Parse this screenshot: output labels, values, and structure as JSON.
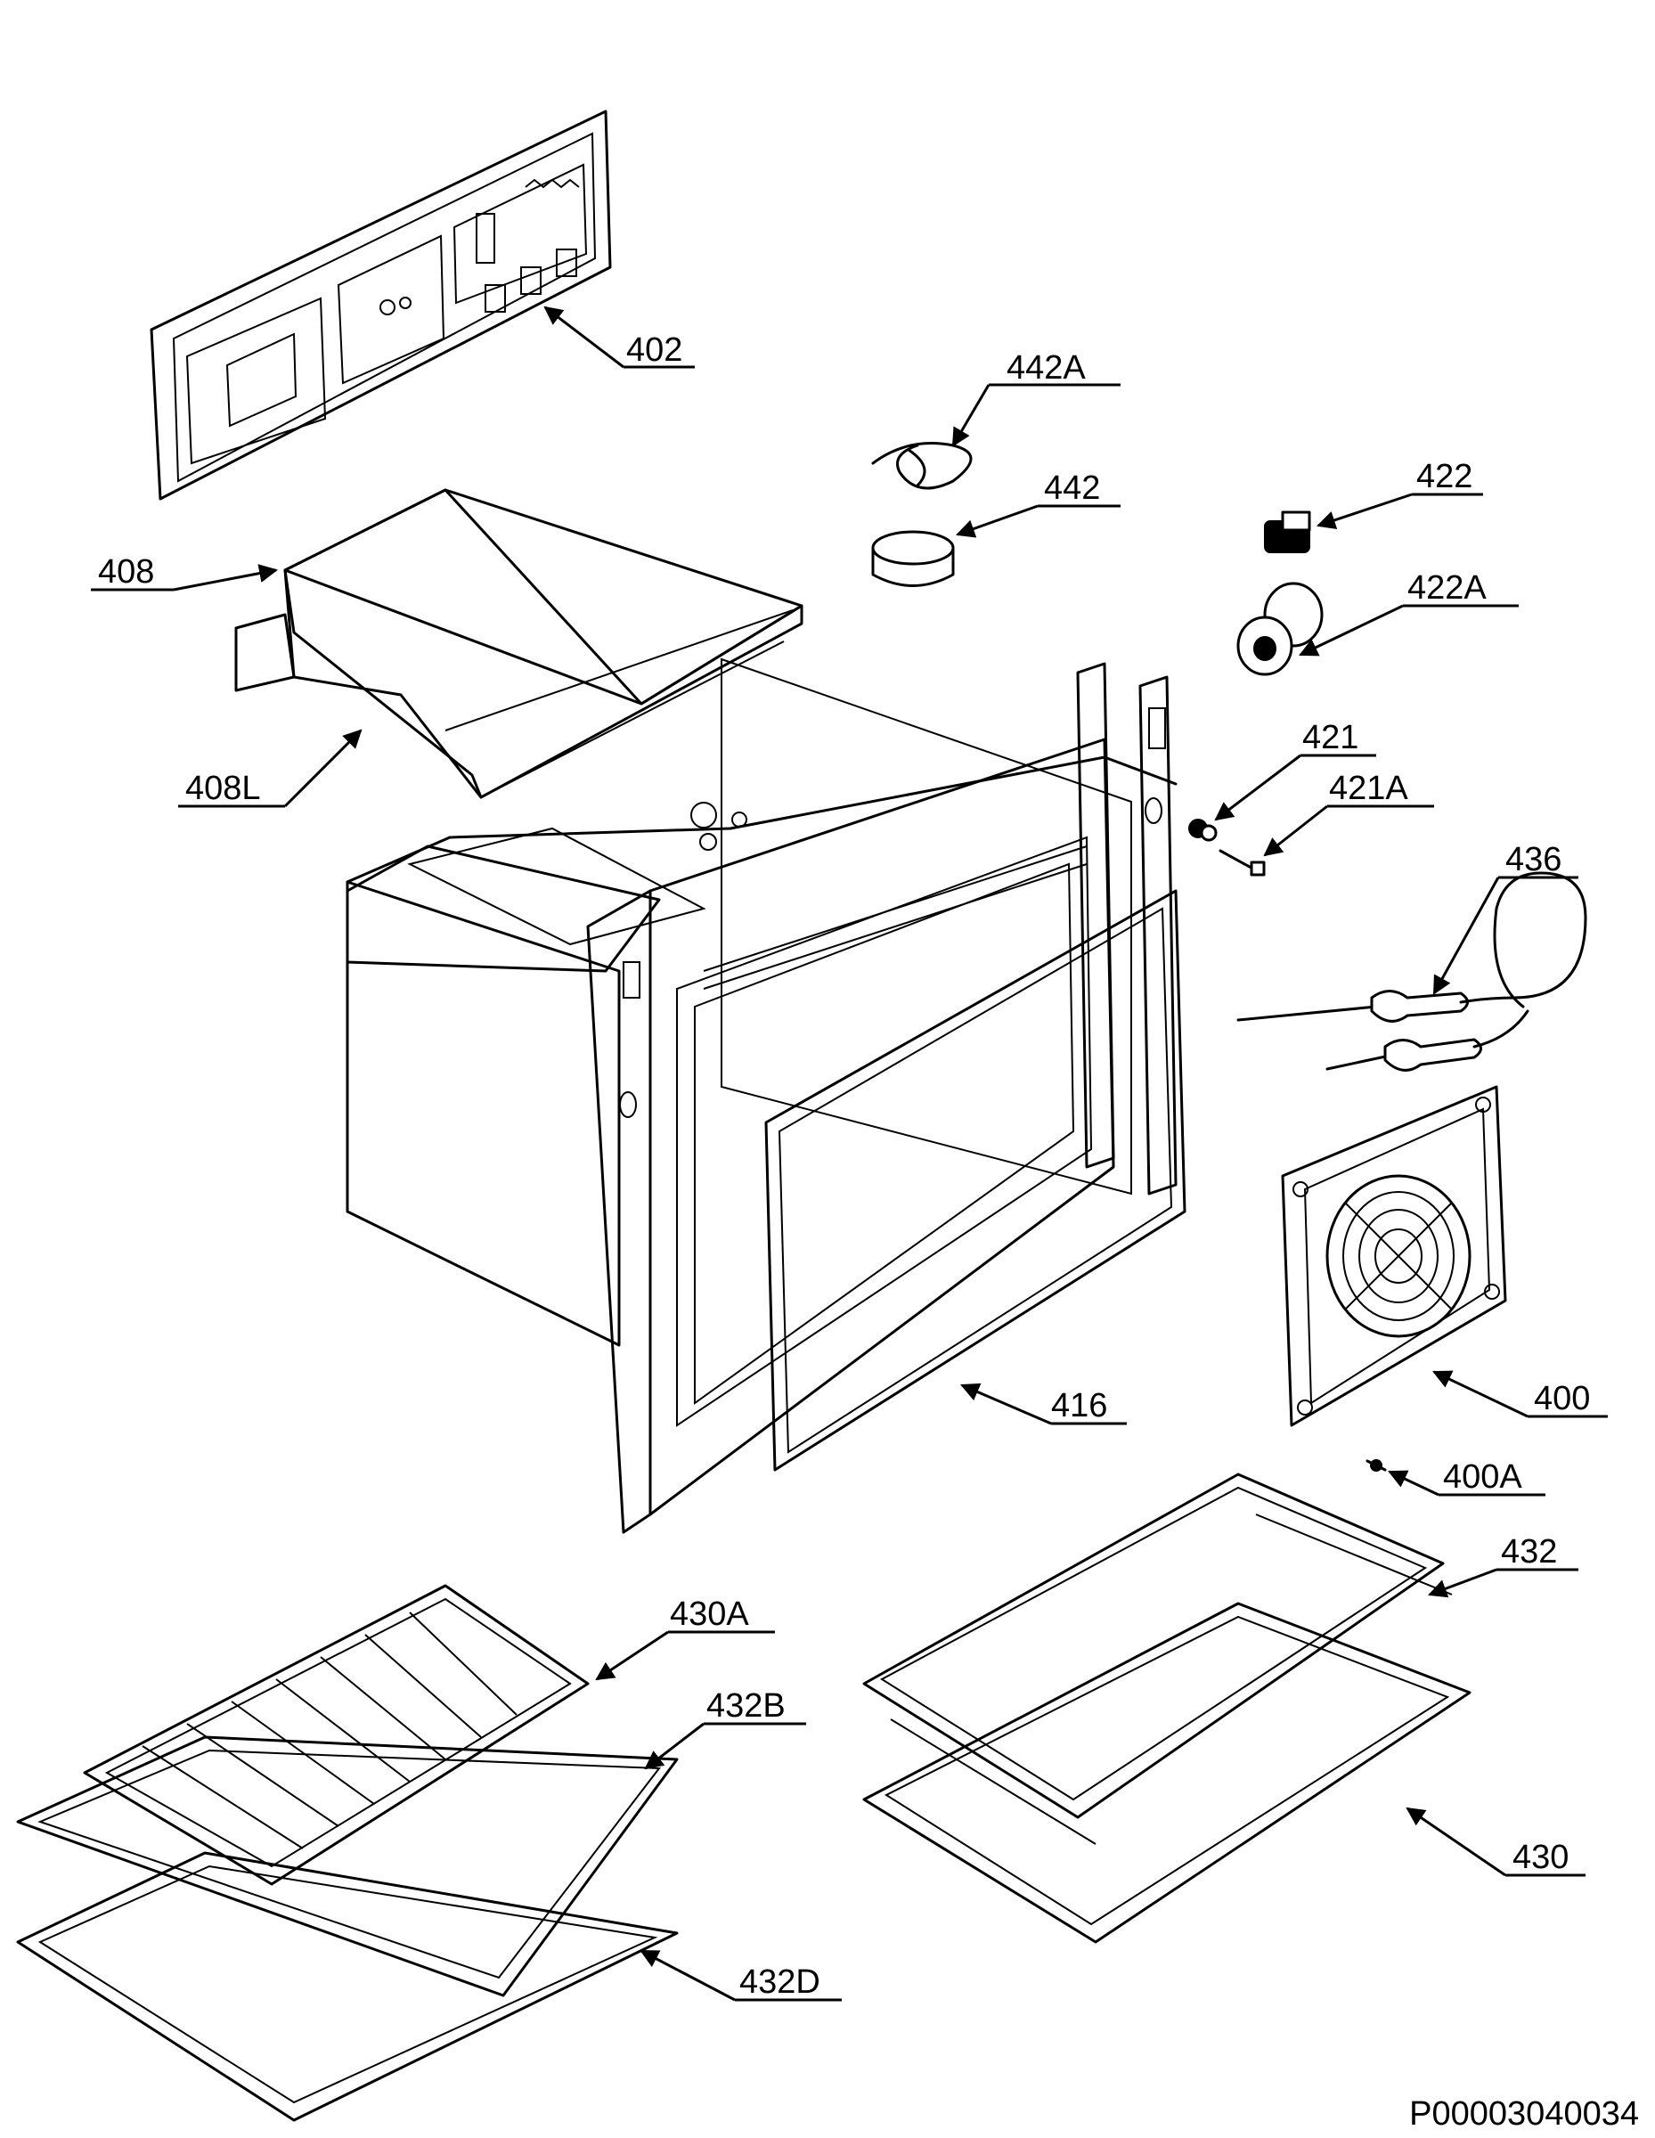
{
  "labels": {
    "p402": "402",
    "p442A": "442A",
    "p442": "442",
    "p422": "422",
    "p422A": "422A",
    "p408": "408",
    "p408L": "408L",
    "p421": "421",
    "p421A": "421A",
    "p436": "436",
    "p400": "400",
    "p416": "416",
    "p400A": "400A",
    "p432": "432",
    "p430A": "430A",
    "p432B": "432B",
    "p430": "430",
    "p432D": "432D"
  },
  "drawing_code": "P00003040034"
}
